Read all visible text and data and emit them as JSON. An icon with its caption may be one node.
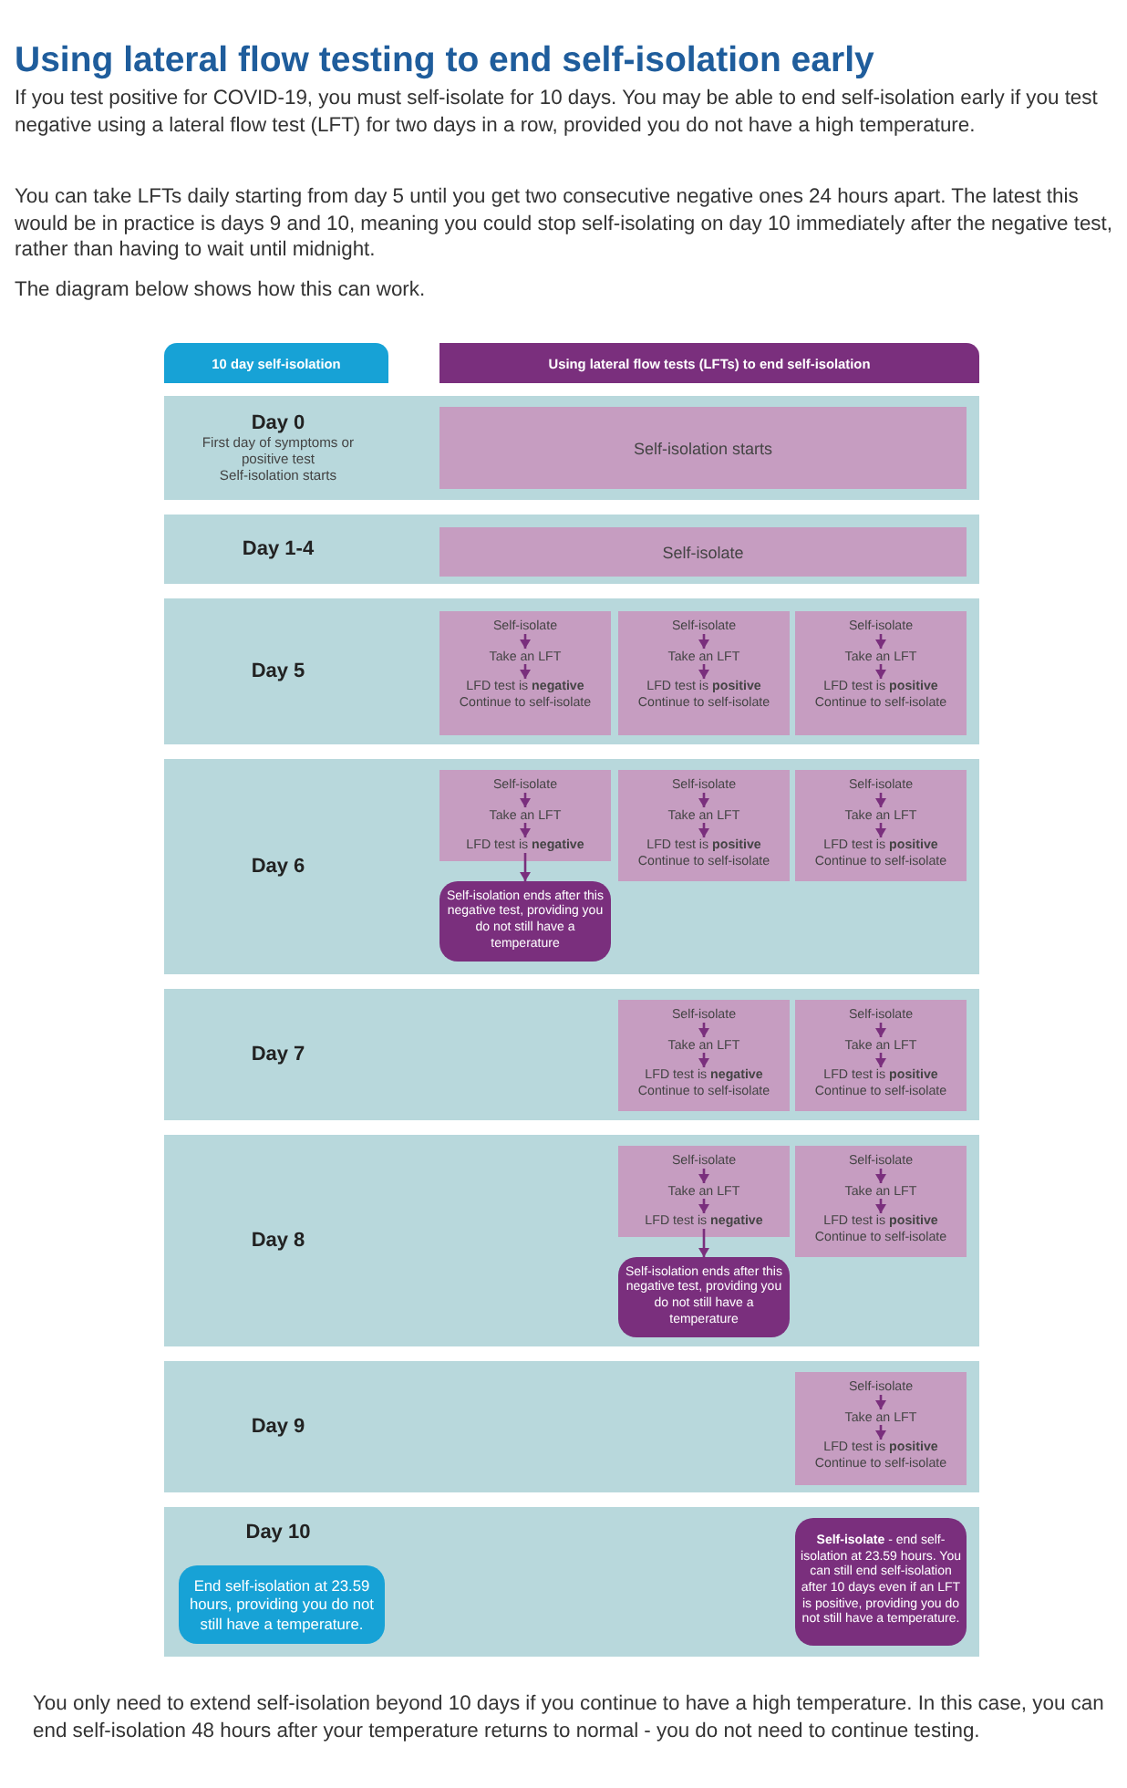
{
  "diagram": {
    "title": "Using lateral flow testing to end self-isolation early",
    "nodes": [
      {
        "text": [
          "10 day self-isolation"
        ]
      },
      {
        "text": [
          "Using lateral flow tests (LFTs) to end self-isolation"
        ]
      },
      {
        "text": [
          "Day 0",
          "First day of symptoms or positive test",
          "Self-isolation starts"
        ]
      },
      {
        "text": [
          "Self-isolation starts"
        ],
        "in": 2
      },
      {
        "text": [
          "Day 1-4"
        ]
      },
      {
        "text": [
          "Self-isolate"
        ],
        "in": 4
      },
      {
        "text": [
          "Day 5"
        ]
      },
      {
        "text": [],
        "shape": "box",
        "in": 6
      },
      {
        "text": [
          "Self-isolate"
        ],
        "in": 7
      },
      {
        "text": [
          "Take an LFT"
        ],
        "in": 7
      },
      {
        "text": [
          "LFD test is **negative** Continue to self-isolate"
        ],
        "in": 7
      },
      {
        "text": [],
        "shape": "box",
        "in": 6
      },
      {
        "text": [
          "Self-isolate"
        ],
        "in": 11
      },
      {
        "text": [
          "Take an LFT"
        ],
        "in": 11
      },
      {
        "text": [
          "LFD test is **positive** Continue to self-isolate"
        ],
        "in": 11
      },
      {
        "text": [],
        "shape": "box",
        "in": 6
      },
      {
        "text": [
          "Self-isolate"
        ],
        "in": 15
      },
      {
        "text": [
          "Take an LFT"
        ],
        "in": 15
      },
      {
        "text": [
          "LFD test is **positive** Continue to self-isolate"
        ],
        "in": 15
      },
      {
        "text": [
          "Day 6"
        ]
      },
      {
        "text": [],
        "shape": "box",
        "in": 19
      },
      {
        "text": [
          "Self-isolate"
        ],
        "in": 20
      },
      {
        "text": [
          "Take an LFT"
        ],
        "in": 20
      },
      {
        "text": [
          "LFD test is **negative**"
        ],
        "in": 20
      },
      {
        "text": [],
        "shape": "box",
        "in": 19
      },
      {
        "text": [
          "Self-isolate"
        ],
        "in": 24
      },
      {
        "text": [
          "Take an LFT"
        ],
        "in": 24
      },
      {
        "text": [
          "LFD test is **positive** Continue to self-isolate"
        ],
        "in": 24
      },
      {
        "text": [],
        "shape": "box",
        "in": 19
      },
      {
        "text": [
          "Self-isolate"
        ],
        "in": 28
      },
      {
        "text": [
          "Take an LFT"
        ],
        "in": 28
      },
      {
        "text": [
          "LFD test is **positive** Continue to self-isolate"
        ],
        "in": 28
      },
      {
        "text": [
          "Self-isolation ends after this negative test, providing you do not still have a temperature"
        ],
        "in": 19
      },
      {
        "text": [
          "Day 7"
        ]
      },
      {
        "text": [],
        "shape": "box",
        "in": 33
      },
      {
        "text": [
          "Self-isolate"
        ],
        "in": 34
      },
      {
        "text": [
          "Take an LFT"
        ],
        "in": 34
      },
      {
        "text": [
          "LFD test is **negative** Continue to self-isolate"
        ],
        "in": 34
      },
      {
        "text": [],
        "shape": "box",
        "in": 33
      },
      {
        "text": [
          "Self-isolate"
        ],
        "in": 38
      },
      {
        "text": [
          "Take an LFT"
        ],
        "in": 38
      },
      {
        "text": [
          "LFD test is **positive** Continue to self-isolate"
        ],
        "in": 38
      },
      {
        "text": [
          "Day 8"
        ]
      },
      {
        "text": [],
        "shape": "box",
        "in": 42
      },
      {
        "text": [
          "Self-isolate"
        ],
        "in": 43
      },
      {
        "text": [
          "Take an LFT"
        ],
        "in": 43
      },
      {
        "text": [
          "LFD test is **negative**"
        ],
        "in": 43
      },
      {
        "text": [],
        "shape": "box",
        "in": 42
      },
      {
        "text": [
          "Self-isolate"
        ],
        "in": 47
      },
      {
        "text": [
          "Take an LFT"
        ],
        "in": 47
      },
      {
        "text": [
          "LFD test is **positive** Continue to self-isolate"
        ],
        "in": 47
      },
      {
        "text": [
          "Self-isolation ends after this negative test, providing you do not still have a temperature"
        ],
        "in": 42
      },
      {
        "text": [
          "Day 9"
        ]
      },
      {
        "text": [],
        "shape": "box",
        "in": 52
      },
      {
        "text": [
          "Self-isolate"
        ],
        "in": 53
      },
      {
        "text": [
          "Take an LFT"
        ],
        "in": 53
      },
      {
        "text": [
          "LFD test is **positive** Continue to self-isolate"
        ],
        "in": 53
      },
      {
        "text": [
          "Day 10"
        ]
      },
      {
        "text": [
          "End self-isolation at 23.59 hours, providing you do not still have a temperature."
        ],
        "in": 57
      },
      {
        "text": [
          "**Self-isolate** - end self-isolation at 23.59 hours. You can still end self-isolation after 10 days even if an LFT is positive, providing you do not still have a temperature."
        ],
        "in": 57
      }
    ],
    "edges": [
      {
        "from": 8,
        "to": 9,
        "arrow": "to"
      },
      {
        "from": 9,
        "to": 10,
        "arrow": "to"
      },
      {
        "from": 12,
        "to": 13,
        "arrow": "to"
      },
      {
        "from": 13,
        "to": 14,
        "arrow": "to"
      },
      {
        "from": 16,
        "to": 17,
        "arrow": "to"
      },
      {
        "from": 17,
        "to": 18,
        "arrow": "to"
      },
      {
        "from": 21,
        "to": 22,
        "arrow": "to"
      },
      {
        "from": 22,
        "to": 23,
        "arrow": "to"
      },
      {
        "from": 23,
        "to": 32,
        "arrow": "to"
      },
      {
        "from": 25,
        "to": 26,
        "arrow": "to"
      },
      {
        "from": 26,
        "to": 27,
        "arrow": "to"
      },
      {
        "from": 29,
        "to": 30,
        "arrow": "to"
      },
      {
        "from": 30,
        "to": 31,
        "arrow": "to"
      },
      {
        "from": 35,
        "to": 36,
        "arrow": "to"
      },
      {
        "from": 36,
        "to": 37,
        "arrow": "to"
      },
      {
        "from": 39,
        "to": 40,
        "arrow": "to"
      },
      {
        "from": 40,
        "to": 41,
        "arrow": "to"
      },
      {
        "from": 44,
        "to": 45,
        "arrow": "to"
      },
      {
        "from": 45,
        "to": 46,
        "arrow": "to"
      },
      {
        "from": 46,
        "to": 51,
        "arrow": "to"
      },
      {
        "from": 48,
        "to": 49,
        "arrow": "to"
      },
      {
        "from": 49,
        "to": 50,
        "arrow": "to"
      },
      {
        "from": 54,
        "to": 55,
        "arrow": "to"
      },
      {
        "from": 55,
        "to": 56,
        "arrow": "to"
      }
    ],
    "labels": [
      "If you test positive for COVID-19, you must self-isolate for 10 days. You may be able to end self-isolation early if you test negative using a lateral flow test (LFT) for two days in a row, provided you do not have a high temperature.",
      "You can take LFTs daily starting from day 5 until you get two consecutive negative ones 24 hours apart. The latest this would be in practice is days 9 and 10, meaning you could stop self-isolating on day 10 immediately after the negative test, rather than having to wait until midnight.",
      "The diagram below shows how this can work.",
      "You only need to extend self-isolation beyond 10 days if you continue to have a high temperature. In this case, you can end self-isolation 48 hours after your temperature returns to normal - you do not need to continue testing."
    ]
  }
}
